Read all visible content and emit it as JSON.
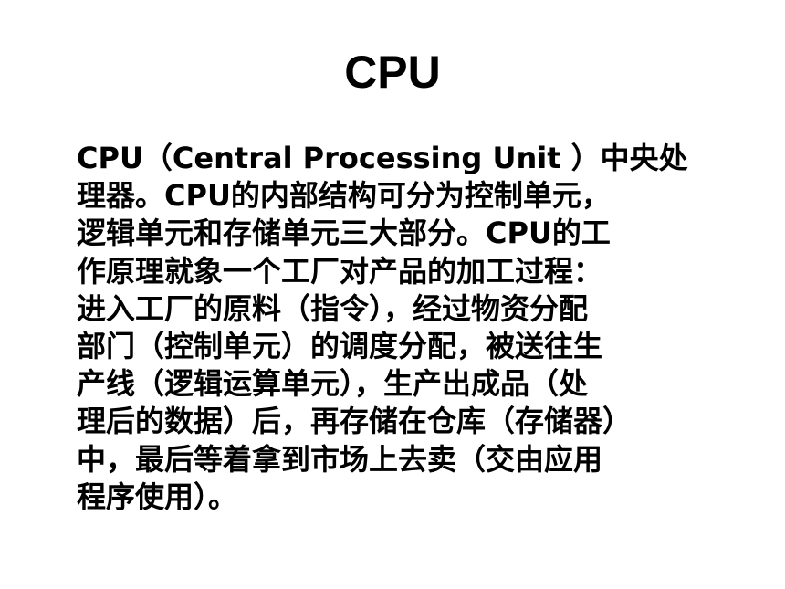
{
  "slide": {
    "title": "CPU",
    "body_lines": [
      "CPU（Central Processing Unit ）中央处",
      "理器。CPU的内部结构可分为控制单元，",
      "逻辑单元和存储单元三大部分。CPU的工",
      "作原理就象一个工厂对产品的加工过程：",
      "进入工厂的原料（指令），经过物资分配",
      "部门（控制单元）的调度分配，被送往生",
      "产线（逻辑运算单元），生产出成品（处",
      "理后的数据）后，再存储在仓库（存储器）",
      "中，最后等着拿到市场上去卖（交由应用",
      "程序使用）。"
    ]
  }
}
